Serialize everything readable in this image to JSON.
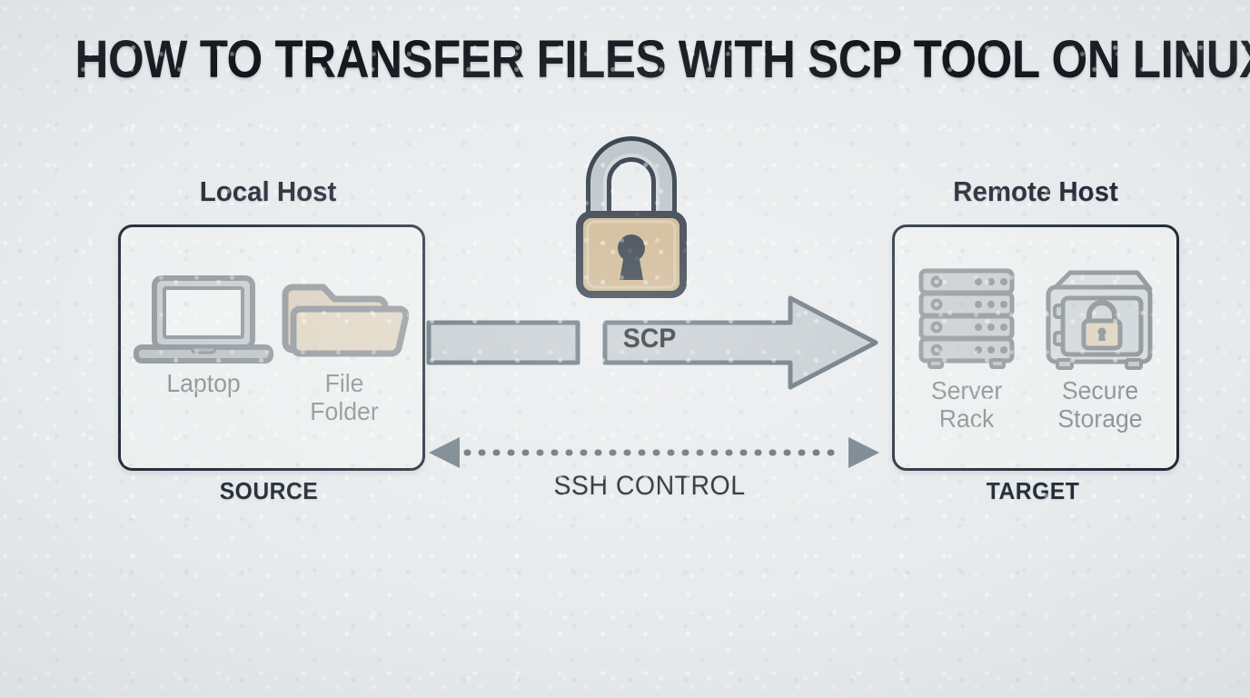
{
  "page": {
    "title": "HOW TO TRANSFER FILES WITH SCP TOOL ON LINUX",
    "background_color": "#e7eaec"
  },
  "colors": {
    "outline": "#1f2a36",
    "text": "#12161c",
    "tan": "#cbb188",
    "tan_shadow": "#bda178",
    "gray_light": "#c5cdd1",
    "gray_mid": "#9aa4ab",
    "gray_dark": "#6f7d86",
    "screen": "#eef1f2"
  },
  "local_host": {
    "heading": "Local Host",
    "role_label": "SOURCE",
    "items": [
      {
        "label": "Laptop",
        "icon": "laptop-icon"
      },
      {
        "label": "File\nFolder",
        "icon": "file-folder-icon"
      }
    ]
  },
  "remote_host": {
    "heading": "Remote Host",
    "role_label": "TARGET",
    "items": [
      {
        "label": "Server\nRack",
        "icon": "server-rack-icon"
      },
      {
        "label": "Secure\nStorage",
        "icon": "safe-icon"
      }
    ]
  },
  "center": {
    "padlock_icon": "padlock-icon",
    "transfer_arrow": {
      "label": "SCP",
      "direction": "left-to-right",
      "style": "solid-block-arrow"
    },
    "control_arrow": {
      "label": "SSH CONTROL",
      "direction": "bidirectional",
      "style": "dotted"
    }
  }
}
